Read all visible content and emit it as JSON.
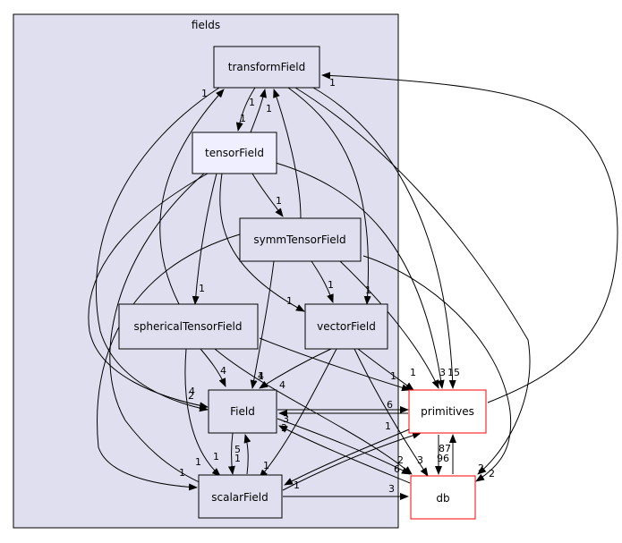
{
  "cluster": {
    "label": "fields",
    "fill": "#dfdfef",
    "stroke": "#000000"
  },
  "nodes": [
    {
      "id": "transformField",
      "label": "transformField",
      "style": "inner"
    },
    {
      "id": "tensorField",
      "label": "tensorField",
      "style": "highlight"
    },
    {
      "id": "symmTensorField",
      "label": "symmTensorField",
      "style": "inner"
    },
    {
      "id": "sphericalTensorField",
      "label": "sphericalTensorField",
      "style": "inner"
    },
    {
      "id": "vectorField",
      "label": "vectorField",
      "style": "inner"
    },
    {
      "id": "Field",
      "label": "Field",
      "style": "inner"
    },
    {
      "id": "scalarField",
      "label": "scalarField",
      "style": "inner"
    },
    {
      "id": "primitives",
      "label": "primitives",
      "style": "external"
    },
    {
      "id": "db",
      "label": "db",
      "style": "external"
    }
  ],
  "edge_labels": [
    {
      "id": "tf-ten",
      "text": "1"
    },
    {
      "id": "ten-tf",
      "text": "1"
    },
    {
      "id": "sym-tf",
      "text": "1"
    },
    {
      "id": "sph-tf",
      "text": "1"
    },
    {
      "id": "prim-tf",
      "text": "1"
    },
    {
      "id": "ten-sym",
      "text": "1"
    },
    {
      "id": "ten-sph",
      "text": "1"
    },
    {
      "id": "ten-vec",
      "text": "1"
    },
    {
      "id": "tf-vec",
      "text": "1"
    },
    {
      "id": "sym-vec",
      "text": "1"
    },
    {
      "id": "sym-field",
      "text": "1"
    },
    {
      "id": "ten-field",
      "text": "2"
    },
    {
      "id": "tf-field",
      "text": "4"
    },
    {
      "id": "sph-field",
      "text": "4"
    },
    {
      "id": "vec-field",
      "text": "4"
    },
    {
      "id": "sym-field2",
      "text": "4"
    },
    {
      "id": "vec-prim",
      "text": "1"
    },
    {
      "id": "sph-prim",
      "text": "1"
    },
    {
      "id": "tf-prim",
      "text": "15"
    },
    {
      "id": "ten-prim",
      "text": "3"
    },
    {
      "id": "field-prim",
      "text": "6"
    },
    {
      "id": "prim-field",
      "text": "3"
    },
    {
      "id": "prim-field2",
      "text": "2"
    },
    {
      "id": "scalar-prim",
      "text": "1"
    },
    {
      "id": "field-scalar",
      "text": "1"
    },
    {
      "id": "scalar-field",
      "text": "5"
    },
    {
      "id": "ten-scalar",
      "text": "1"
    },
    {
      "id": "sym-scalar",
      "text": "1"
    },
    {
      "id": "sph-scalar",
      "text": "1"
    },
    {
      "id": "vec-scalar",
      "text": "1"
    },
    {
      "id": "prim-scalar",
      "text": "1"
    },
    {
      "id": "field-db",
      "text": "2"
    },
    {
      "id": "db-field",
      "text": "6"
    },
    {
      "id": "vec-db",
      "text": "3"
    },
    {
      "id": "scalar-db",
      "text": "3"
    },
    {
      "id": "prim-db",
      "text": "87"
    },
    {
      "id": "db-prim",
      "text": "96"
    },
    {
      "id": "tf-db",
      "text": "2"
    },
    {
      "id": "sym-db",
      "text": "2"
    }
  ],
  "colors": {
    "cluster_fill": "#dfdfef",
    "inner_fill": "#dfdfef",
    "highlight_fill": "#efefff",
    "external_fill": "#ffffff",
    "external_stroke": "#ff0000",
    "edge": "#000000"
  }
}
